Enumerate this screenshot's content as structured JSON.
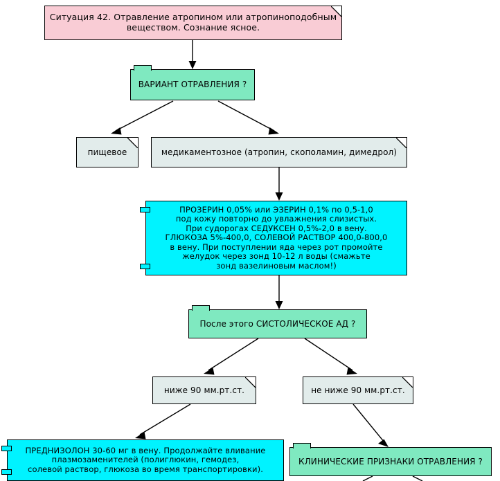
{
  "diagram": {
    "title_text": "Ситуация 42. Отравление атропином или атропиноподобным веществом. Сознание ясное.",
    "colors": {
      "pink": "#f9ccd5",
      "green": "#7fe9c0",
      "gray": "#e2eceb",
      "cyan": "#00f3ff",
      "outline": "#000000",
      "background": "#ffffff"
    },
    "nodes": [
      {
        "id": "title",
        "label": "Ситуация 42. Отравление атропином или атропиноподобным веществом. Сознание ясное.",
        "shape": "note-folded",
        "color": "pink"
      },
      {
        "id": "variant",
        "label": "ВАРИАНТ ОТРАВЛЕНИЯ  ?",
        "shape": "tabbed-box",
        "color": "green"
      },
      {
        "id": "food",
        "label": "пищевое",
        "shape": "note-folded",
        "color": "gray"
      },
      {
        "id": "medicinal",
        "label": "медикаментозное (атропин, скополамин, димедрол)",
        "shape": "note-folded",
        "color": "gray"
      },
      {
        "id": "therapy",
        "label": "ПРОЗЕРИН 0,05% или ЭЗЕРИН 0,1% по 0,5-1,0\nпод кожу повторно до увлажнения слизистых.\nПри судорогах СЕДУКСЕН 0,5%-2,0 в вену.\nГЛЮКОЗА 5%-400,0, СОЛЕВОЙ РАСТВОР 400,0-800,0\nв вену. При поступлении яда через рот промойте\nжелудок через зонд 10-12 л воды (смажьте\nзонд вазелиновым маслом!)",
        "shape": "handled-box",
        "color": "cyan"
      },
      {
        "id": "systolic",
        "label": "После этого СИСТОЛИЧЕСКОЕ АД ?",
        "shape": "tabbed-box",
        "color": "green"
      },
      {
        "id": "below90",
        "label": "ниже 90 мм.рт.ст.",
        "shape": "note-folded",
        "color": "gray"
      },
      {
        "id": "notbelow90",
        "label": "не ниже 90 мм.рт.ст.",
        "shape": "note-folded",
        "color": "gray"
      },
      {
        "id": "prednisolone",
        "label": "ПРЕДНИЗОЛОН 30-60 мг в вену. Продолжайте вливание\nплазмозаменителей (полиглюкин, гемодез,\nсолевой раствор, глюкоза во время транспортировки).",
        "shape": "handled-box",
        "color": "cyan"
      },
      {
        "id": "clinical",
        "label": "КЛИНИЧЕСКИЕ ПРИЗНАКИ ОТРАВЛЕНИЯ ?",
        "shape": "tabbed-box",
        "color": "green"
      }
    ],
    "edges": [
      {
        "from": "title",
        "to": "variant",
        "style": "vertical-arrow"
      },
      {
        "from": "variant",
        "to": "food",
        "style": "diagonal-arrow"
      },
      {
        "from": "variant",
        "to": "medicinal",
        "style": "diagonal-arrow"
      },
      {
        "from": "medicinal",
        "to": "therapy",
        "style": "vertical-arrow"
      },
      {
        "from": "therapy",
        "to": "systolic",
        "style": "vertical-arrow"
      },
      {
        "from": "systolic",
        "to": "below90",
        "style": "diagonal-arrow"
      },
      {
        "from": "systolic",
        "to": "notbelow90",
        "style": "diagonal-arrow"
      },
      {
        "from": "below90",
        "to": "prednisolone",
        "style": "diagonal-arrow"
      },
      {
        "from": "notbelow90",
        "to": "clinical",
        "style": "diagonal-arrow"
      },
      {
        "from": "clinical",
        "to": "offscreen-left",
        "style": "diagonal-cut"
      },
      {
        "from": "clinical",
        "to": "offscreen-right",
        "style": "diagonal-cut"
      }
    ]
  }
}
